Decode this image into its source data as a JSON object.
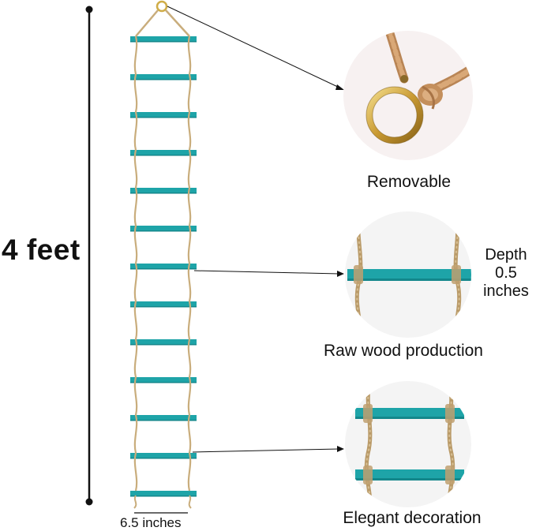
{
  "dimensions": {
    "height": "4 feet",
    "width": "6.5 inches",
    "depth_line1": "Depth",
    "depth_line2": "0.5",
    "depth_line3": "inches"
  },
  "callouts": [
    {
      "caption": "Removable",
      "detail_icon": "metal-ring-icon"
    },
    {
      "caption": "Raw wood production",
      "detail_icon": "rung-closeup-icon"
    },
    {
      "caption": "Elegant decoration",
      "detail_icon": "double-rung-closeup-icon"
    }
  ],
  "ladder": {
    "rung_count": 13,
    "colors": {
      "rung": "#1ea4a8",
      "rung_shadow": "#13878b",
      "rope": "#c9ad7c",
      "rope_dark": "#a88a58",
      "ring": "#d8b54a",
      "background_circle": "#f4f4f4"
    }
  }
}
